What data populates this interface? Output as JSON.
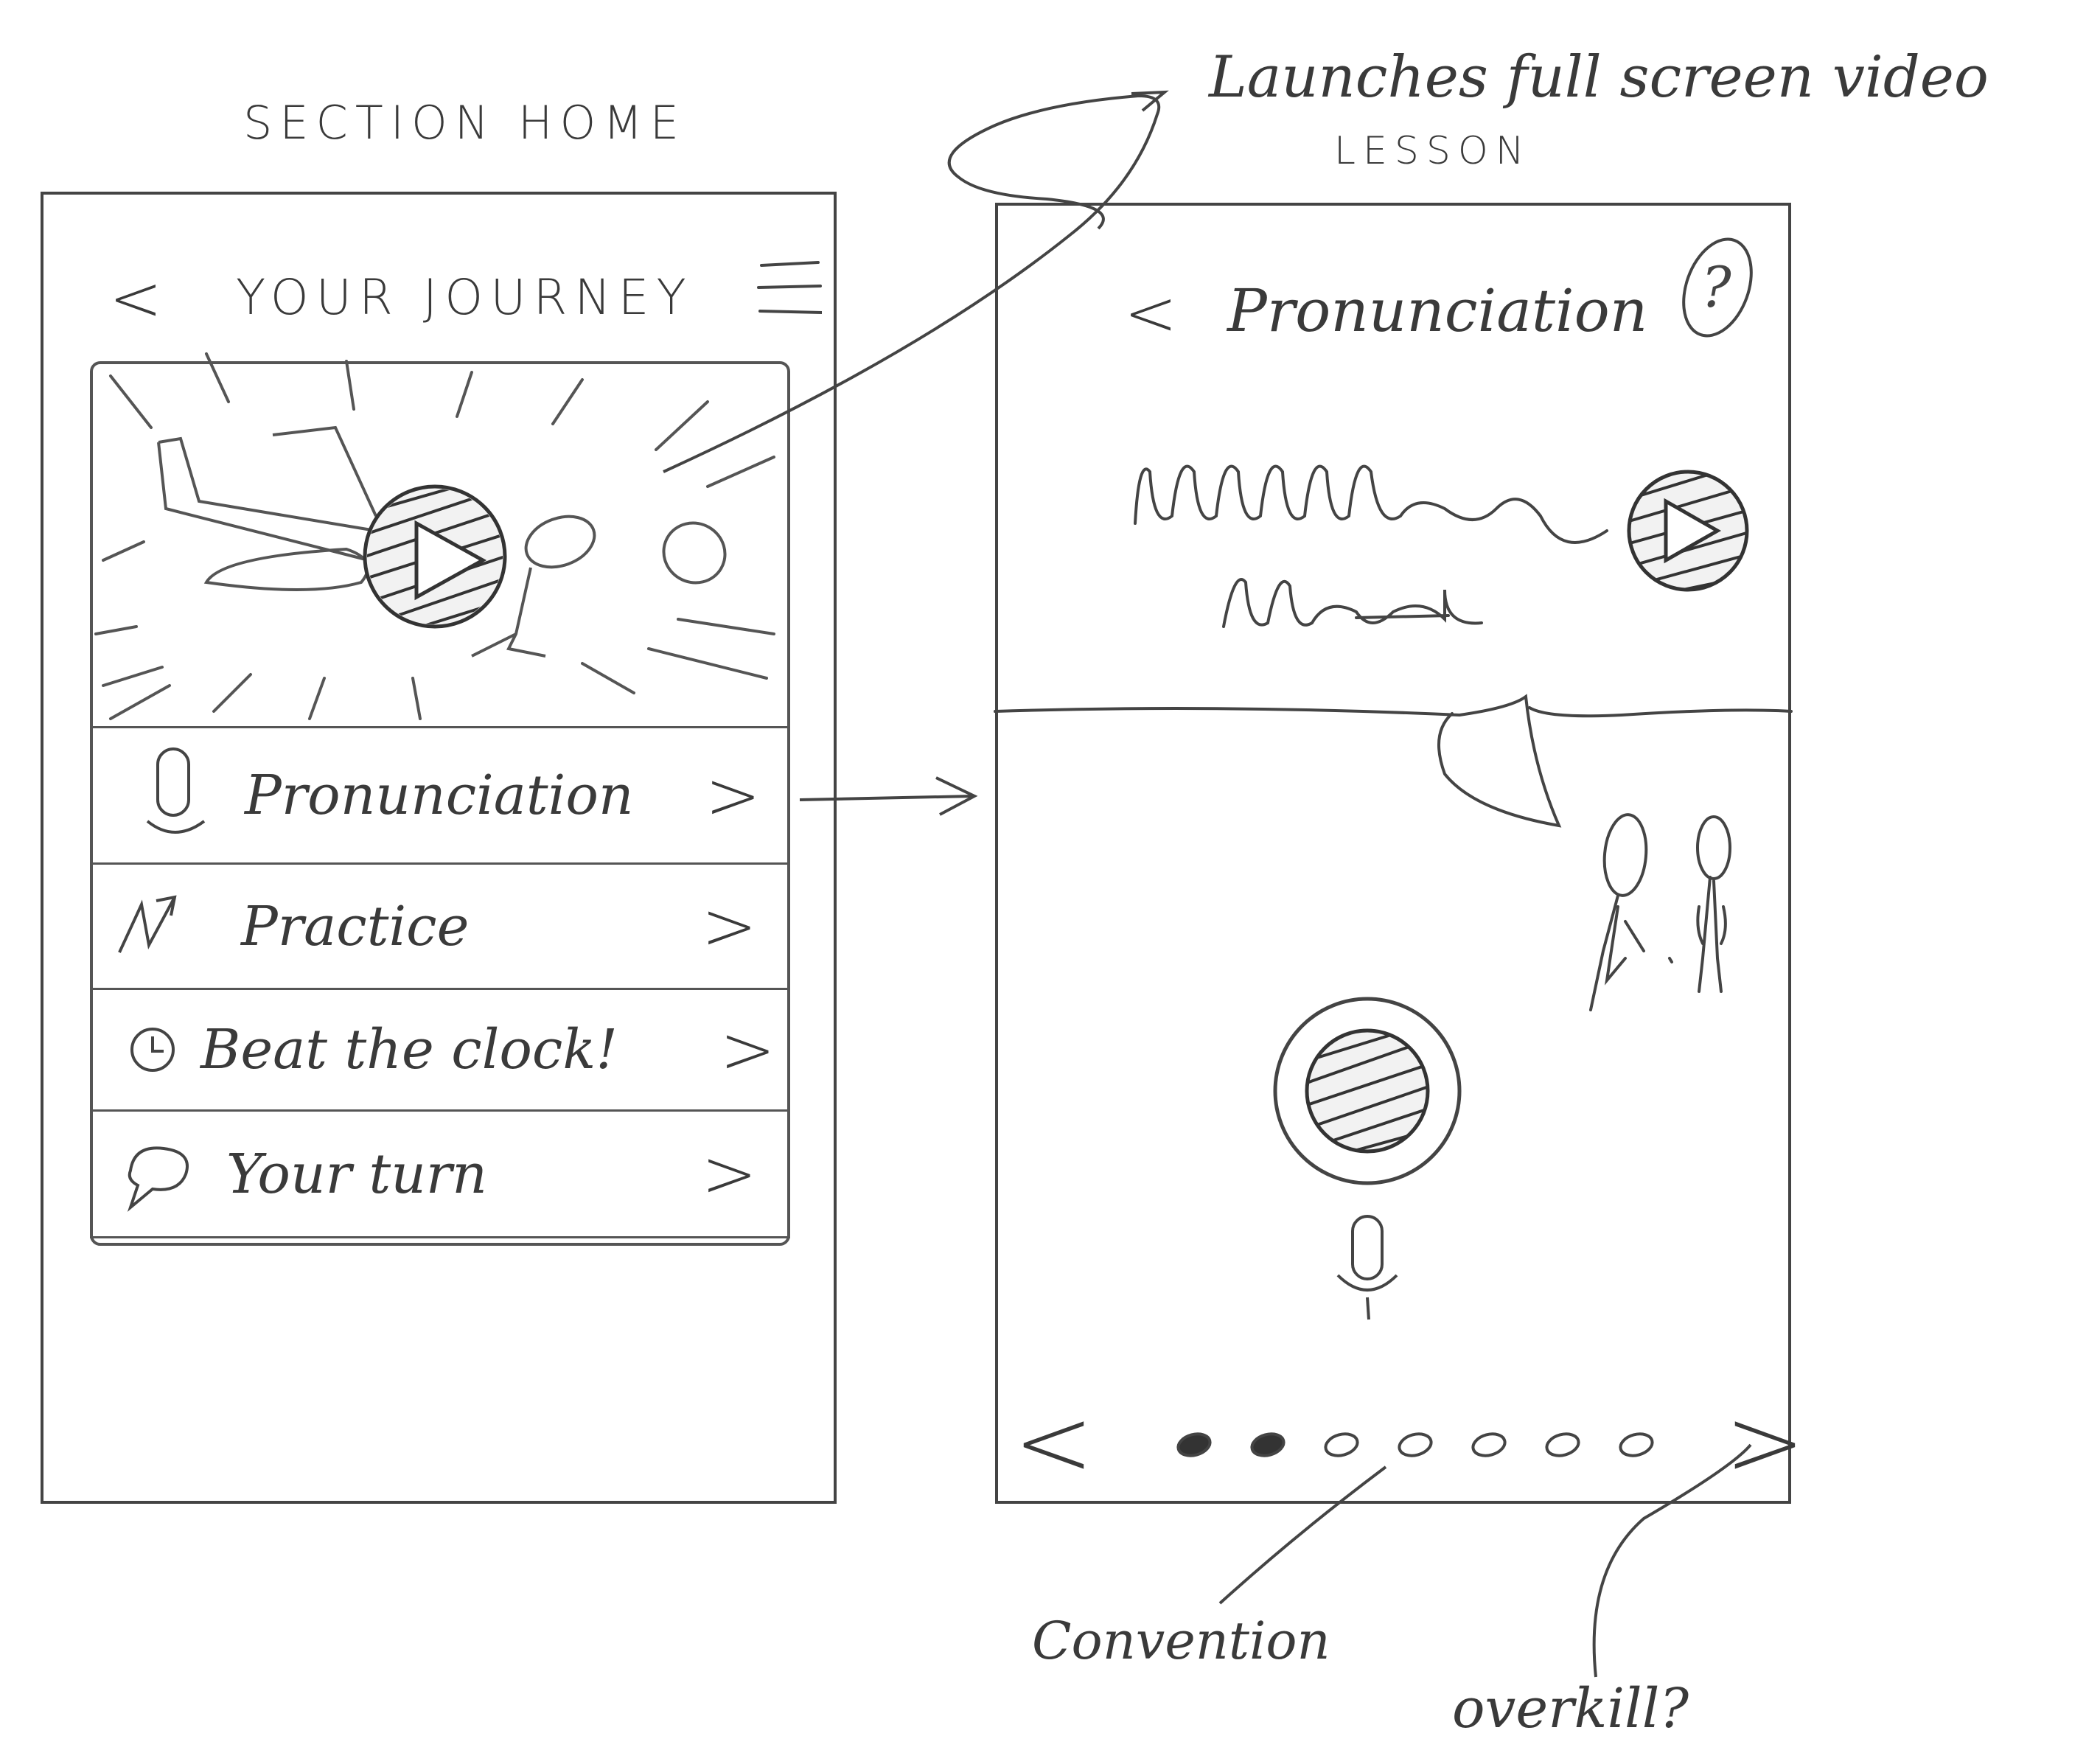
{
  "annotations": {
    "section_home": "SECTION HOME",
    "launches": "Launches full screen video",
    "lesson": "LESSON",
    "convention": "Convention",
    "overkill": "overkill?"
  },
  "left_screen": {
    "header": {
      "back_glyph": "<",
      "title": "YOUR JOURNEY",
      "menu_glyph": "☰"
    },
    "menu_items": [
      {
        "label": "Pronunciation",
        "icon": "microphone-icon",
        "chevron": ">"
      },
      {
        "label": "Practice",
        "icon": "lightning-icon",
        "chevron": ">"
      },
      {
        "label": "Beat the clock!",
        "icon": "clock-icon",
        "chevron": ">"
      },
      {
        "label": "Your turn",
        "icon": "speech-bubble-icon",
        "chevron": ">"
      }
    ]
  },
  "right_screen": {
    "header": {
      "back_glyph": "<",
      "title": "Pronunciation",
      "help_glyph": "?"
    },
    "pager": {
      "prev_glyph": "<",
      "next_glyph": ">",
      "total_dots": 7,
      "filled_dots": [
        0,
        1
      ]
    }
  },
  "colors": {
    "ink": "#3a3a3a",
    "paper": "#ffffff"
  }
}
